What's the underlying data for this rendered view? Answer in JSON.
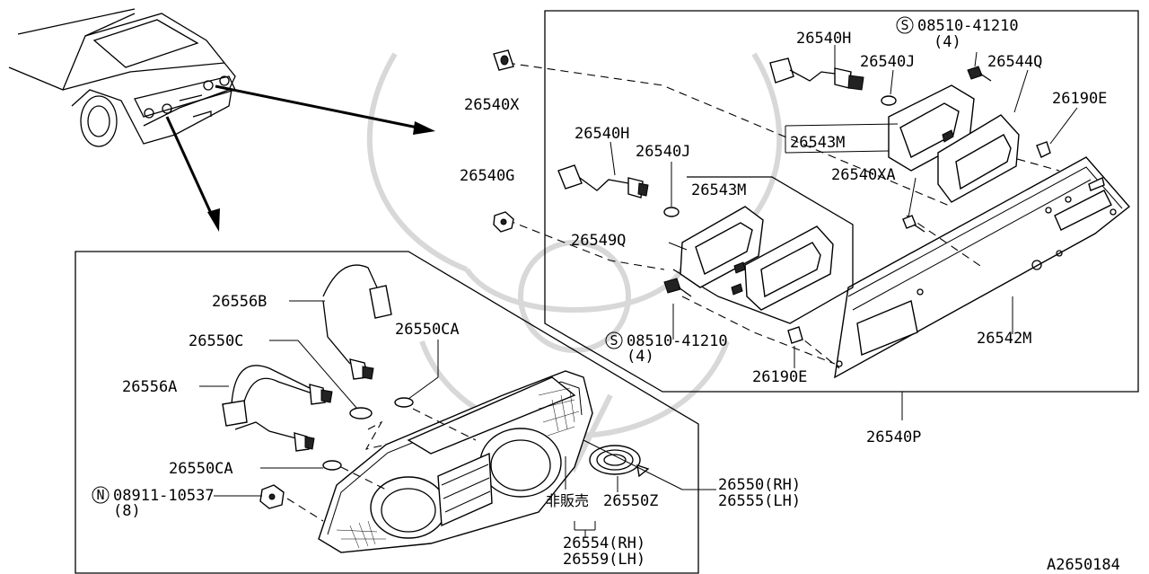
{
  "diagram": {
    "labels": {
      "p26540H_top": "26540H",
      "p26540J_top": "26540J",
      "p26544Q": "26544Q",
      "p26190E_top": "26190E",
      "p26543M_top": "26543M",
      "p26540XA": "26540XA",
      "p26540X": "26540X",
      "p26540G": "26540G",
      "p26540H_mid": "26540H",
      "p26540J_mid": "26540J",
      "p26543M_mid": "26543M",
      "p26549Q": "26549Q",
      "p26542M": "26542M",
      "p26190E_bot": "26190E",
      "p26540P": "26540P",
      "p26556B": "26556B",
      "p26550CA_top": "26550CA",
      "p26550C": "26550C",
      "p26556A": "26556A",
      "p26550CA_bot": "26550CA",
      "p26550Z": "26550Z",
      "p26550RH": "26550(RH)",
      "p26555LH": "26555(LH)",
      "p26554RH": "26554(RH)",
      "p26559LH": "26559(LH)",
      "not_for_sale": "非販売",
      "ref_code": "A2650184"
    },
    "bolts": {
      "top": {
        "symbol": "S",
        "code": "08510-41210",
        "qty": "(4)"
      },
      "mid": {
        "symbol": "S",
        "code": "08510-41210",
        "qty": "(4)"
      },
      "nut": {
        "symbol": "N",
        "code": "08911-10537",
        "qty": "(8)"
      }
    }
  }
}
